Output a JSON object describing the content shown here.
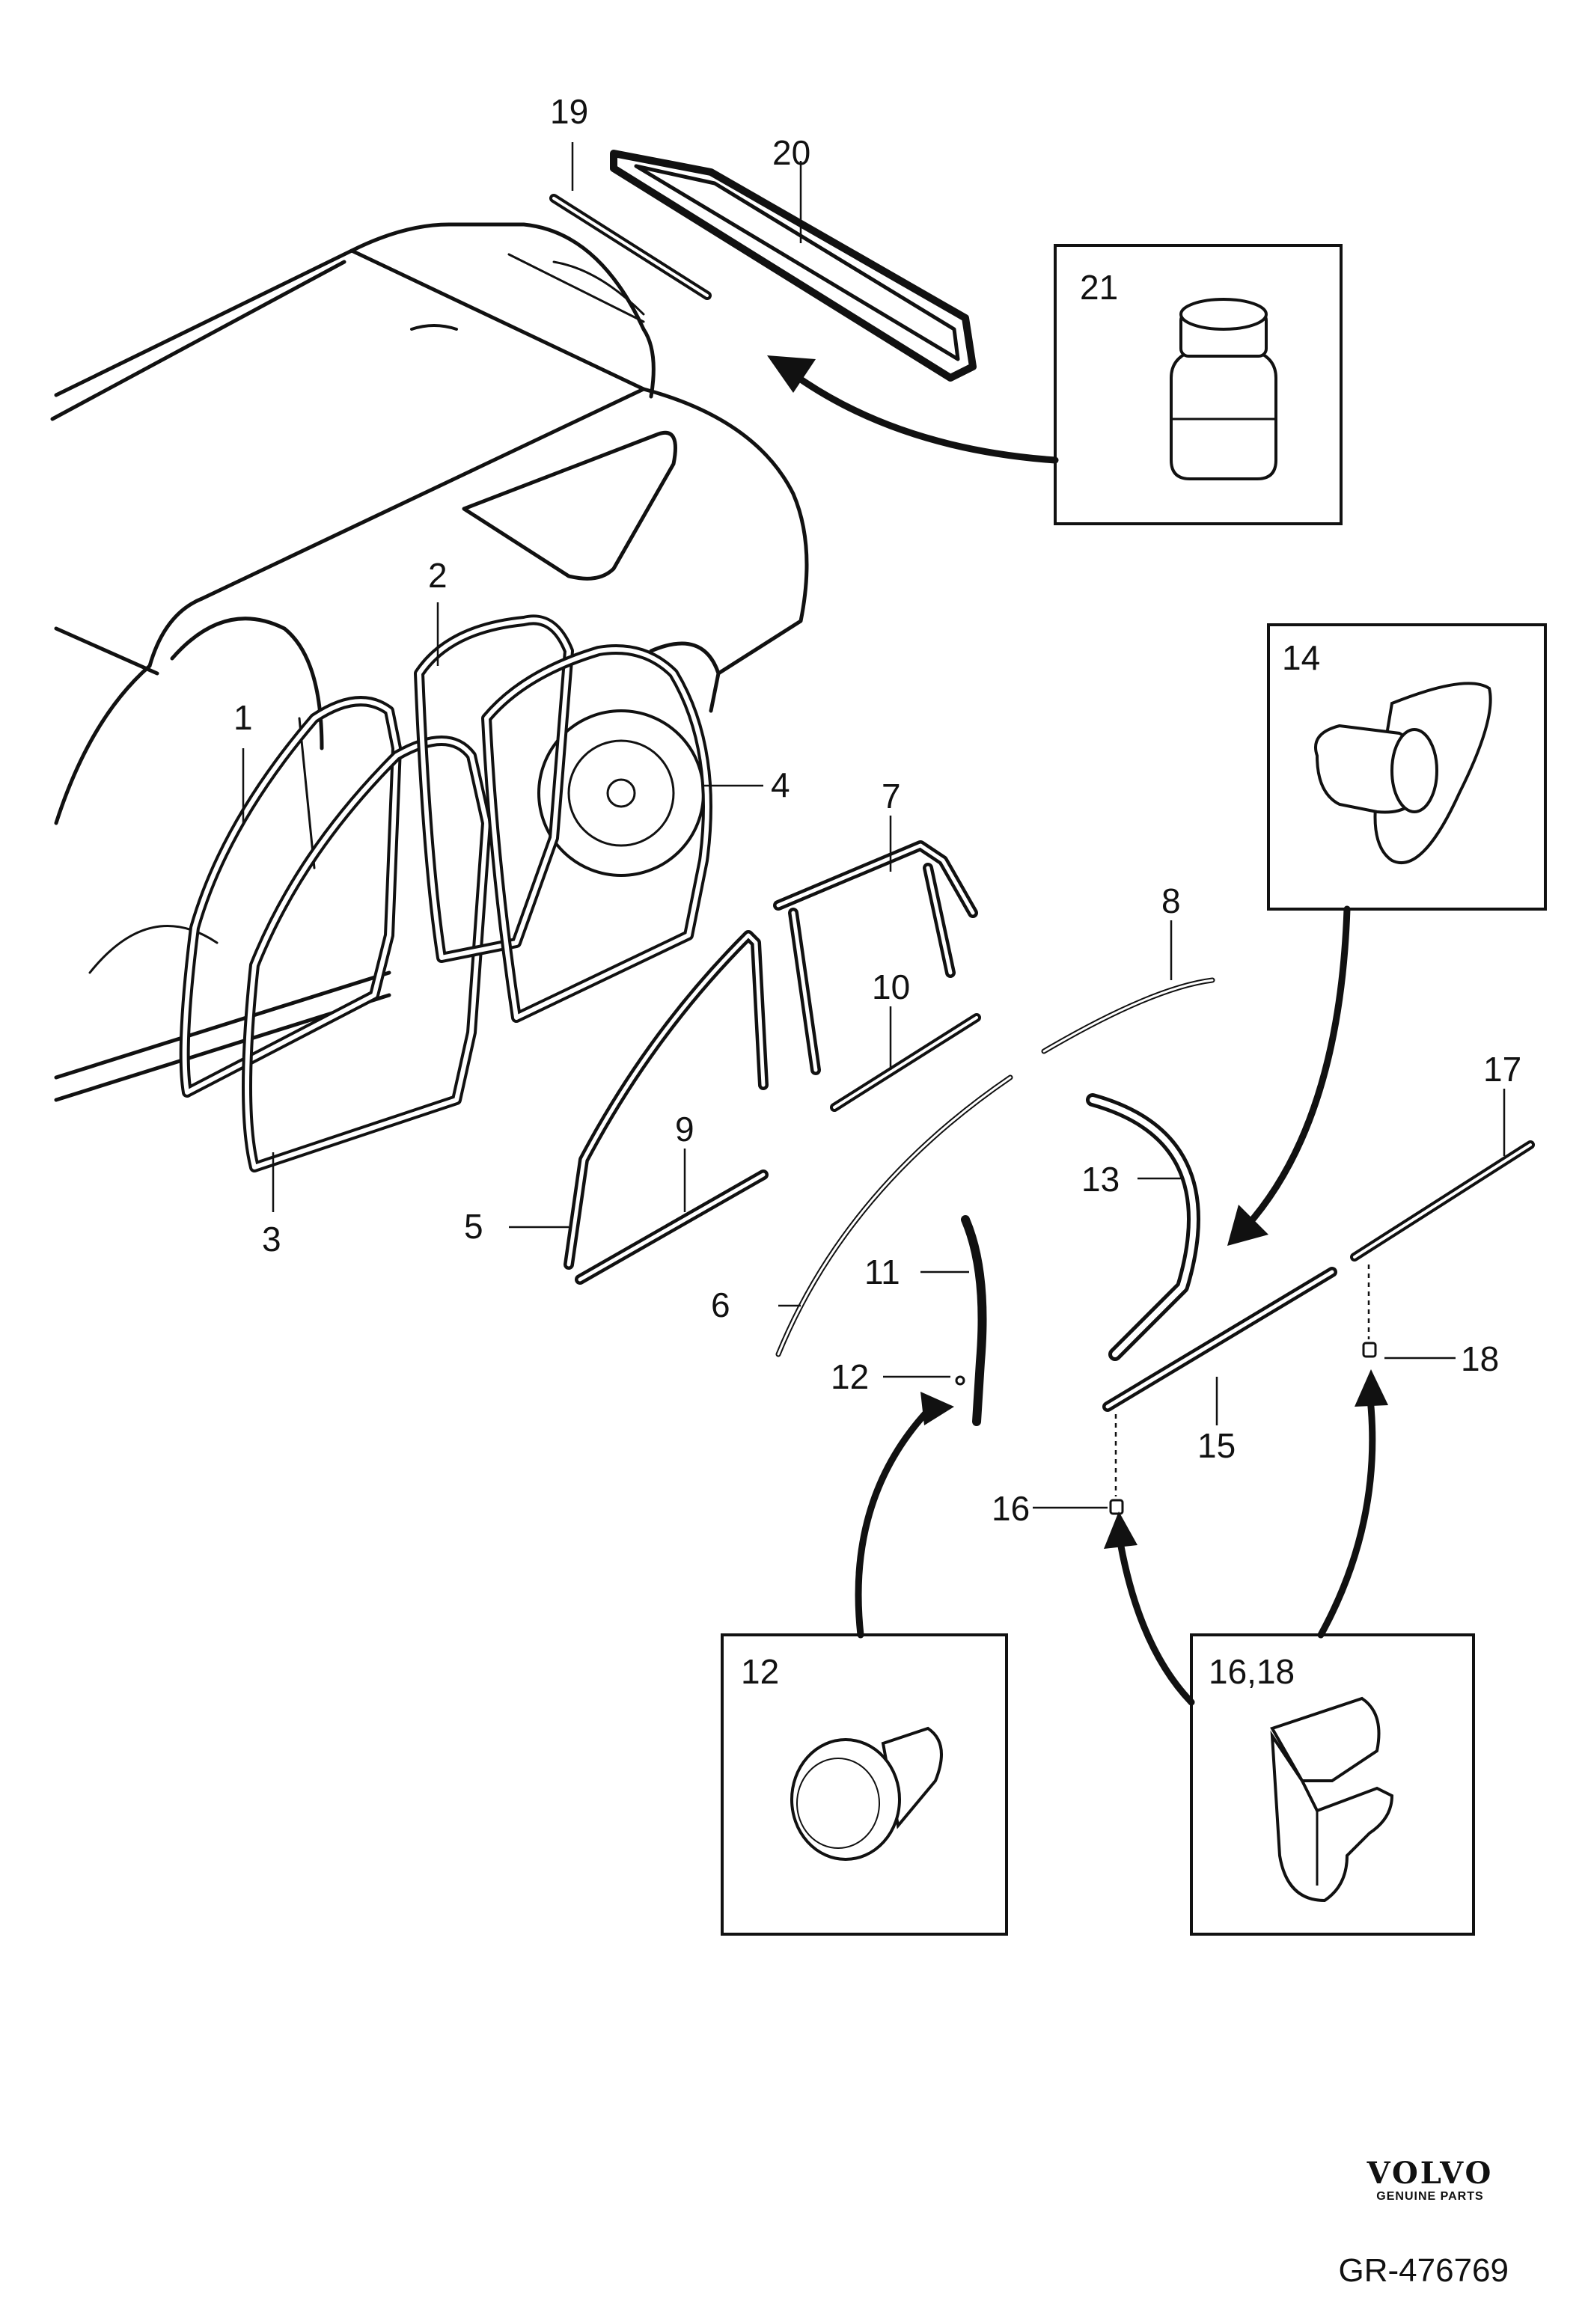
{
  "callouts": {
    "c1": "1",
    "c2": "2",
    "c3": "3",
    "c4": "4",
    "c5": "5",
    "c6": "6",
    "c7": "7",
    "c8": "8",
    "c9": "9",
    "c10": "10",
    "c11": "11",
    "c12": "12",
    "c13": "13",
    "c14": "14",
    "c15": "15",
    "c16": "16",
    "c17": "17",
    "c18": "18",
    "c19": "19",
    "c20": "20",
    "c21": "21"
  },
  "detail_boxes": {
    "box21": "21",
    "box14": "14",
    "box12": "12",
    "box16_18": "16,18"
  },
  "brand": {
    "logo": "VOLVO",
    "tagline": "GENUINE PARTS"
  },
  "drawing_number": "GR-476769",
  "colors": {
    "line": "#111111",
    "background": "#ffffff",
    "fill_light": "#f2f2f2"
  }
}
